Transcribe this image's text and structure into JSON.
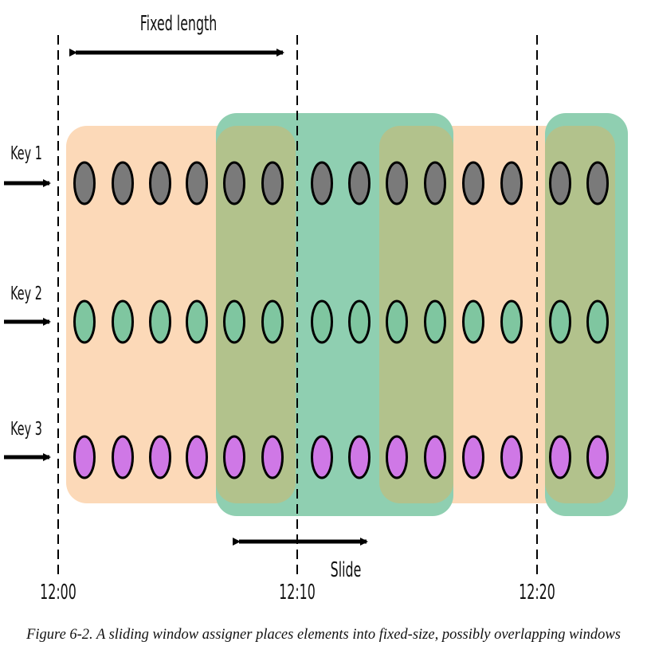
{
  "labels": {
    "fixed_length": "Fixed length",
    "slide": "Slide"
  },
  "keys": [
    {
      "label": "Key 1",
      "color": "#7a7a7a"
    },
    {
      "label": "Key 2",
      "color": "#7fc6a0"
    },
    {
      "label": "Key 3",
      "color": "#cf78e6"
    }
  ],
  "time_ticks": [
    "12:00",
    "12:10",
    "12:20"
  ],
  "elements_per_key": 14,
  "colors": {
    "window_a": "#fcd9b8",
    "window_b": "#8fcfb1",
    "overlap": "#b2c28c",
    "stroke": "#000000"
  },
  "caption": "Figure 6-2. A sliding window assigner places elements into fixed-size, possibly overlapping windows"
}
